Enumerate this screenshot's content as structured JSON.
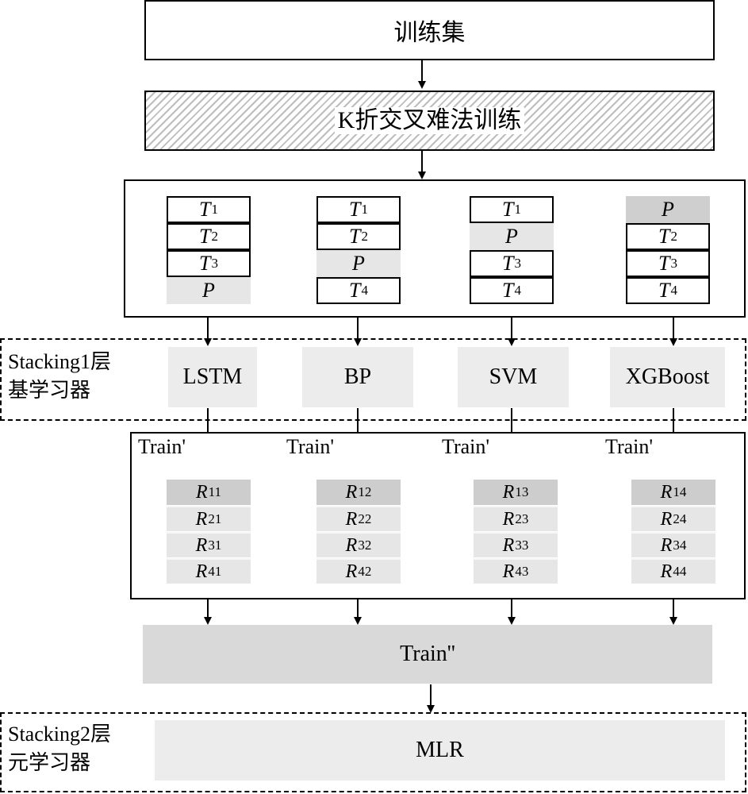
{
  "train_set": "训练集",
  "kfold_training": "K折交叉难法训练",
  "folds": [
    {
      "cells": [
        {
          "type": "T",
          "letter": "T",
          "sub": "1"
        },
        {
          "type": "T",
          "letter": "T",
          "sub": "2"
        },
        {
          "type": "T",
          "letter": "T",
          "sub": "3"
        },
        {
          "type": "P",
          "letter": "P",
          "sub": ""
        }
      ]
    },
    {
      "cells": [
        {
          "type": "T",
          "letter": "T",
          "sub": "1"
        },
        {
          "type": "T",
          "letter": "T",
          "sub": "2"
        },
        {
          "type": "P",
          "letter": "P",
          "sub": ""
        },
        {
          "type": "T",
          "letter": "T",
          "sub": "4"
        }
      ]
    },
    {
      "cells": [
        {
          "type": "T",
          "letter": "T",
          "sub": "1"
        },
        {
          "type": "P",
          "letter": "P",
          "sub": ""
        },
        {
          "type": "T",
          "letter": "T",
          "sub": "3"
        },
        {
          "type": "T",
          "letter": "T",
          "sub": "4"
        }
      ]
    },
    {
      "cells": [
        {
          "type": "P",
          "letter": "P",
          "sub": ""
        },
        {
          "type": "T",
          "letter": "T",
          "sub": "2"
        },
        {
          "type": "T",
          "letter": "T",
          "sub": "3"
        },
        {
          "type": "T",
          "letter": "T",
          "sub": "4"
        }
      ]
    }
  ],
  "stacking1": {
    "line1": "Stacking1层",
    "line2": "基学习器"
  },
  "base_models": [
    "LSTM",
    "BP",
    "SVM",
    "XGBoost"
  ],
  "train_prime": "Train'",
  "results": [
    [
      {
        "letter": "R",
        "sub": "11"
      },
      {
        "letter": "R",
        "sub": "21"
      },
      {
        "letter": "R",
        "sub": "31"
      },
      {
        "letter": "R",
        "sub": "41"
      }
    ],
    [
      {
        "letter": "R",
        "sub": "12"
      },
      {
        "letter": "R",
        "sub": "22"
      },
      {
        "letter": "R",
        "sub": "32"
      },
      {
        "letter": "R",
        "sub": "42"
      }
    ],
    [
      {
        "letter": "R",
        "sub": "13"
      },
      {
        "letter": "R",
        "sub": "23"
      },
      {
        "letter": "R",
        "sub": "33"
      },
      {
        "letter": "R",
        "sub": "43"
      }
    ],
    [
      {
        "letter": "R",
        "sub": "14"
      },
      {
        "letter": "R",
        "sub": "24"
      },
      {
        "letter": "R",
        "sub": "34"
      },
      {
        "letter": "R",
        "sub": "44"
      }
    ]
  ],
  "train_double_prime": "Train''",
  "stacking2": {
    "line1": "Stacking2层",
    "line2": "元学习器"
  },
  "meta_model": "MLR"
}
